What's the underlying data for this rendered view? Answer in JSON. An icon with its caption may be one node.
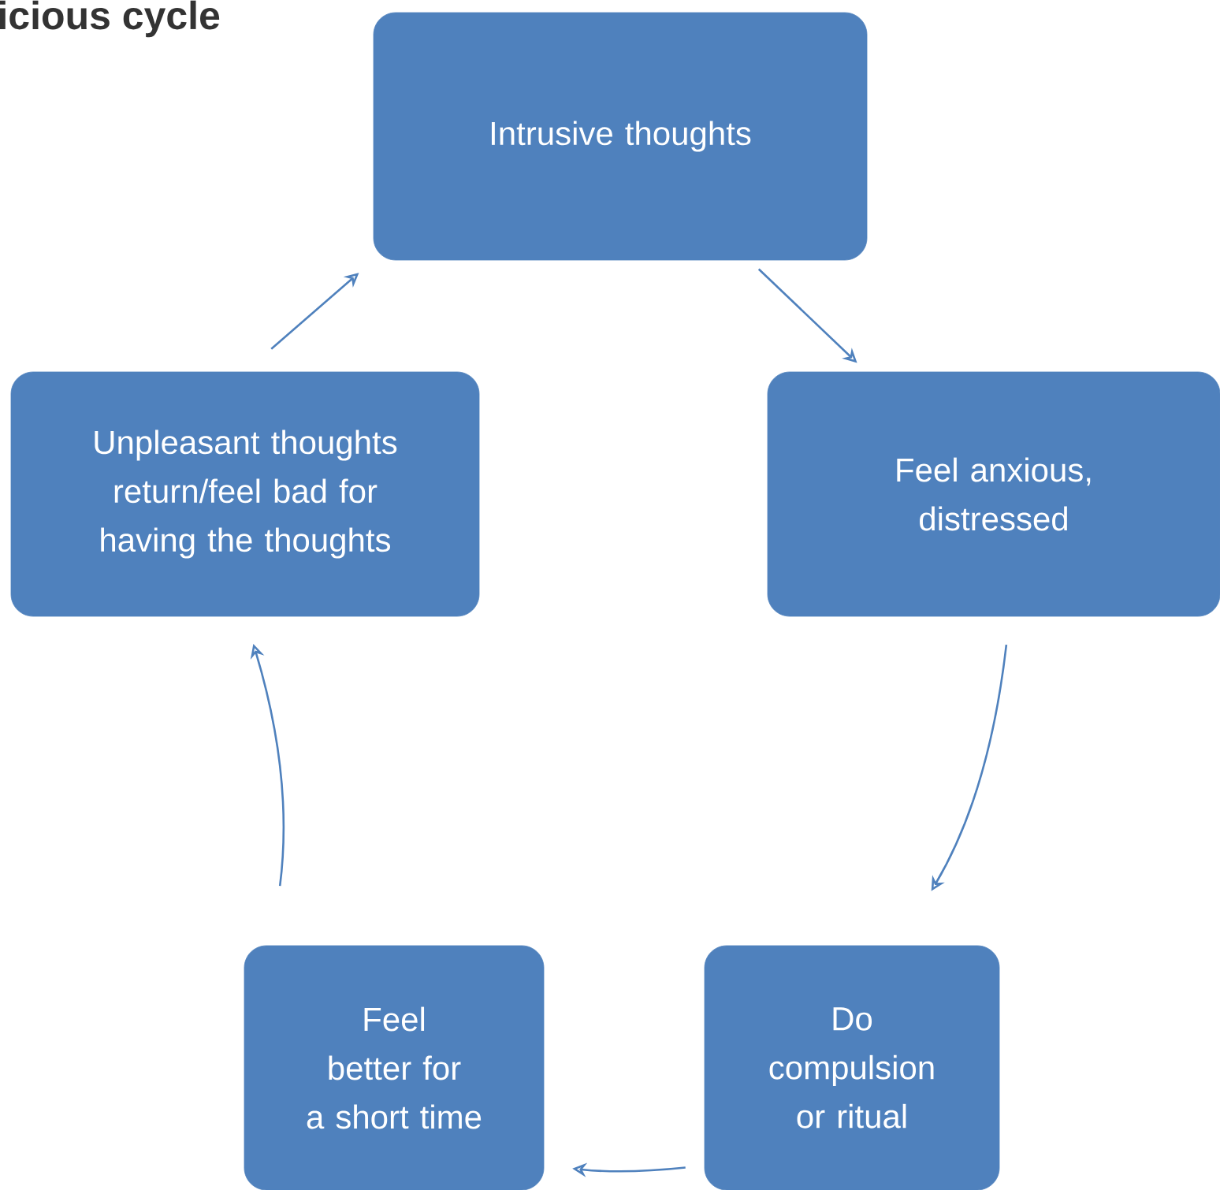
{
  "diagram": {
    "title": "icious cycle",
    "nodes": [
      {
        "text": [
          "Intrusive thoughts"
        ]
      },
      {
        "text": [
          "Feel anxious, distressed"
        ]
      },
      {
        "text": [
          "Do compulsion or ritual"
        ]
      },
      {
        "text": [
          "Feel better for a short time"
        ]
      },
      {
        "text": [
          "Unpleasant thoughts return/feel bad for having the thoughts"
        ]
      }
    ],
    "edges": [
      {
        "from": 0,
        "to": 1,
        "arrow": "to"
      },
      {
        "from": 1,
        "to": 2,
        "arrow": "to"
      },
      {
        "from": 2,
        "to": 3,
        "arrow": "to"
      },
      {
        "from": 3,
        "to": 4,
        "arrow": "to"
      },
      {
        "from": 4,
        "to": 0,
        "arrow": "to"
      }
    ]
  }
}
